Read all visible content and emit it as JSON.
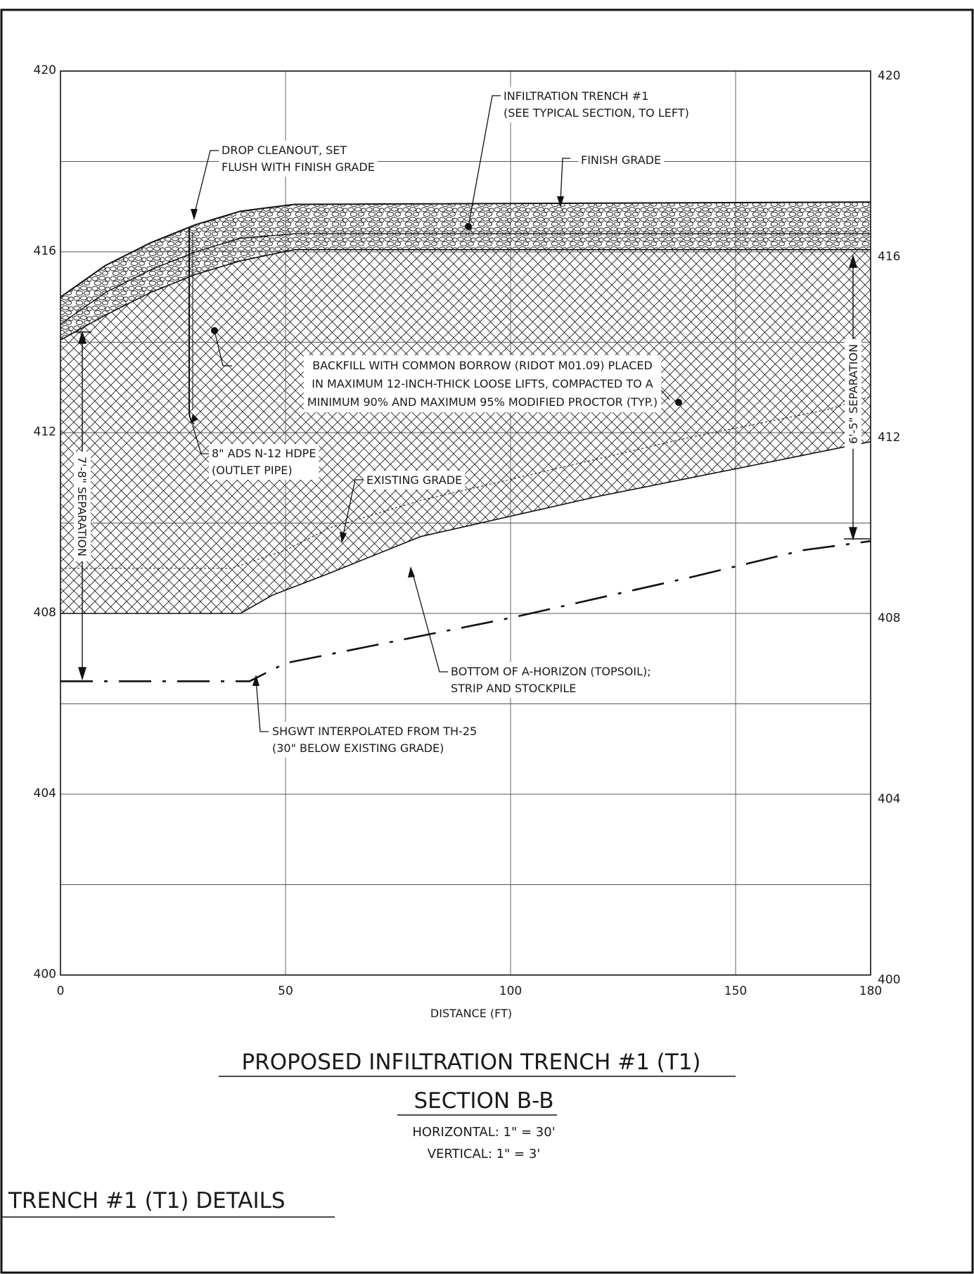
{
  "chart_data": {
    "type": "line",
    "xlabel": "DISTANCE (FT)",
    "xlim": [
      0,
      180
    ],
    "ylim": [
      400,
      420
    ],
    "x_ticks": [
      "0",
      "50",
      "100",
      "150",
      "180"
    ],
    "y_ticks_left": [
      "400",
      "404",
      "408",
      "412",
      "416",
      "420"
    ],
    "y_ticks_right": [
      "400",
      "404",
      "408",
      "412",
      "416",
      "420"
    ],
    "grid": true,
    "series": [
      {
        "key": "finish_grade",
        "points": [
          [
            0,
            415
          ],
          [
            10,
            415.7
          ],
          [
            20,
            416.2
          ],
          [
            30,
            416.6
          ],
          [
            40,
            416.9
          ],
          [
            52,
            417.05
          ],
          [
            180,
            417.1
          ]
        ]
      },
      {
        "key": "trench_top",
        "points": [
          [
            0,
            414.4
          ],
          [
            10,
            415.1
          ],
          [
            20,
            415.6
          ],
          [
            30,
            416.0
          ],
          [
            40,
            416.3
          ],
          [
            52,
            416.4
          ],
          [
            180,
            416.4
          ]
        ]
      },
      {
        "key": "trench_bottom",
        "points": [
          [
            0,
            414.05
          ],
          [
            10,
            414.6
          ],
          [
            20,
            415.1
          ],
          [
            30,
            415.5
          ],
          [
            40,
            415.8
          ],
          [
            52,
            416.05
          ],
          [
            180,
            416.05
          ]
        ]
      },
      {
        "key": "backfill_bottom",
        "points": [
          [
            0,
            408
          ],
          [
            40,
            408
          ],
          [
            47,
            408.4
          ],
          [
            60,
            408.9
          ],
          [
            80,
            409.7
          ],
          [
            120,
            410.6
          ],
          [
            160,
            411.4
          ],
          [
            180,
            411.8
          ]
        ]
      },
      {
        "key": "existing_grade",
        "points": [
          [
            0,
            409
          ],
          [
            38,
            409
          ],
          [
            50,
            409.4
          ],
          [
            60,
            409.9
          ],
          [
            80,
            410.5
          ],
          [
            110,
            411.2
          ],
          [
            140,
            411.9
          ],
          [
            170,
            412.5
          ],
          [
            180,
            412.8
          ]
        ]
      },
      {
        "key": "shgwt",
        "points": [
          [
            0,
            406.5
          ],
          [
            42,
            406.5
          ],
          [
            50,
            406.9
          ],
          [
            100,
            407.9
          ],
          [
            140,
            408.8
          ],
          [
            165,
            409.4
          ],
          [
            180,
            409.6
          ]
        ]
      }
    ]
  },
  "labels": {
    "infiltration_trench": [
      "INFILTRATION TRENCH #1",
      "(SEE TYPICAL SECTION, TO LEFT)"
    ],
    "drop_cleanout": [
      "DROP CLEANOUT, SET",
      "FLUSH WITH FINISH GRADE"
    ],
    "finish_grade": "FINISH GRADE",
    "backfill": [
      "BACKFILL WITH COMMON BORROW (RIDOT M01.09) PLACED",
      "IN MAXIMUM 12-INCH-THICK LOOSE LIFTS, COMPACTED TO A",
      "MINIMUM 90% AND MAXIMUM 95% MODIFIED PROCTOR (TYP.)"
    ],
    "outlet_pipe": [
      "8\" ADS N-12 HDPE",
      "(OUTLET PIPE)"
    ],
    "existing_grade": "EXISTING GRADE",
    "a_horizon": [
      "BOTTOM OF A-HORIZON (TOPSOIL);",
      "STRIP AND STOCKPILE"
    ],
    "shgwt": [
      "SHGWT INTERPOLATED FROM TH-25",
      "(30\" BELOW EXISTING GRADE)"
    ],
    "separation_left": "7'-8\" SEPARATION",
    "separation_right": "6'-5\" SEPARATION"
  },
  "title": {
    "main": "PROPOSED INFILTRATION TRENCH #1 (T1)",
    "section": "SECTION B-B",
    "horizontal": "HORIZONTAL: 1\" = 30'",
    "vertical": "VERTICAL: 1\" = 3'"
  },
  "sheet_title": "TRENCH #1 (T1) DETAILS"
}
